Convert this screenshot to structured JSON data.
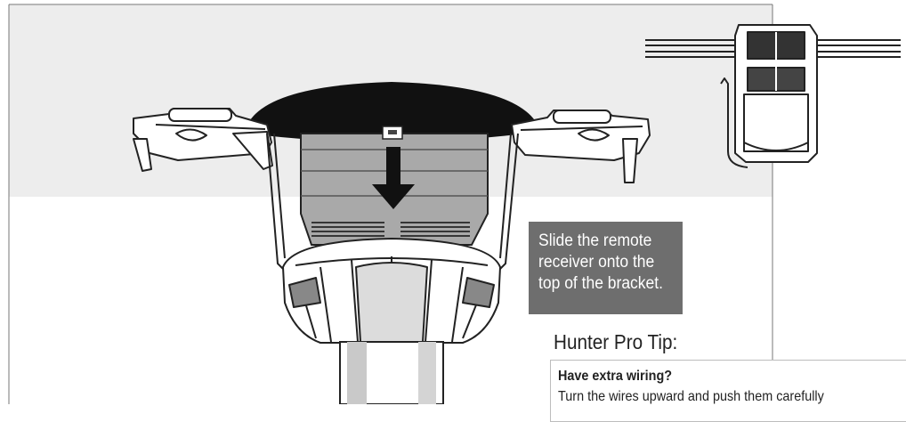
{
  "callout": {
    "lines": [
      "Slide the remote",
      "receiver onto the",
      "top of the bracket."
    ]
  },
  "pro_tip": {
    "title": "Hunter Pro Tip:",
    "heading": "Have extra wiring?",
    "body": "Turn the wires upward and push them carefully"
  },
  "colors": {
    "ceiling_band": "#ededed",
    "callout_bg": "#6e6e6e",
    "canopy_disc": "#111111",
    "receiver_gray": "#a9a9a9",
    "line": "#222222"
  },
  "icons": {
    "arrow": "arrow-down-icon"
  }
}
